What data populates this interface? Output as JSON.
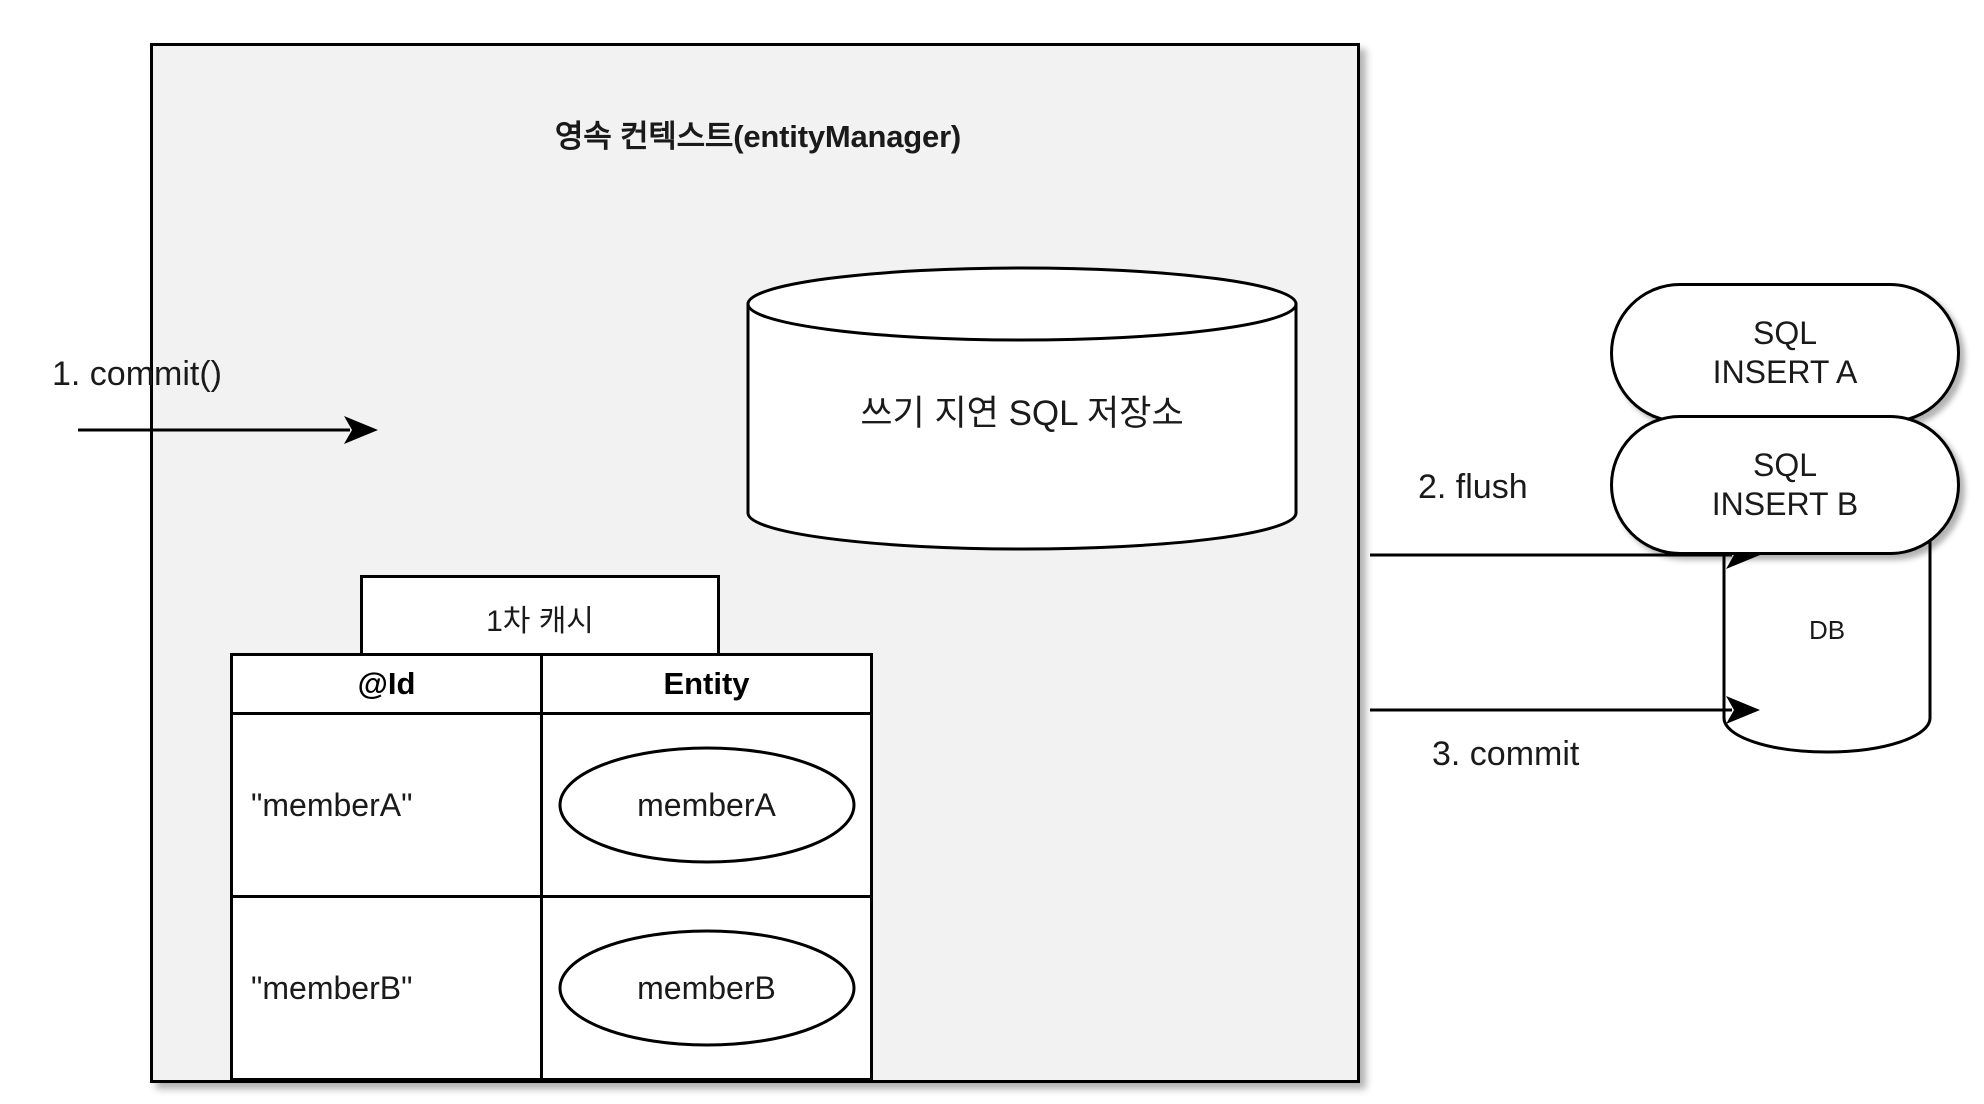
{
  "diagram": {
    "title": "영속 컨텍스트(entityManager)",
    "persistence_context": {
      "label": "영속 컨텍스트(entityManager)",
      "write_behind_store": {
        "label": "쓰기 지연 SQL 저장소",
        "shape": "cylinder"
      },
      "first_level_cache": {
        "tab_label": "1차 캐시",
        "columns": [
          "@Id",
          "Entity"
        ],
        "rows": [
          {
            "id": "\"memberA\"",
            "entity": "memberA"
          },
          {
            "id": "\"memberB\"",
            "entity": "memberB"
          }
        ]
      }
    },
    "sql_buffer": [
      {
        "line1": "SQL",
        "line2": "INSERT A"
      },
      {
        "line1": "SQL",
        "line2": "INSERT B"
      }
    ],
    "database": {
      "label": "DB",
      "shape": "cylinder"
    },
    "flows": [
      {
        "step": "1",
        "label": "1. commit()",
        "direction": "right"
      },
      {
        "step": "2",
        "label": "2. flush",
        "direction": "right"
      },
      {
        "step": "3",
        "label": "3. commit",
        "direction": "right"
      }
    ],
    "colors": {
      "container_fill": "#f2f2f2",
      "stroke": "#000000",
      "shape_fill": "#ffffff",
      "text": "#1a1a1a",
      "page_background": "#ffffff"
    }
  }
}
